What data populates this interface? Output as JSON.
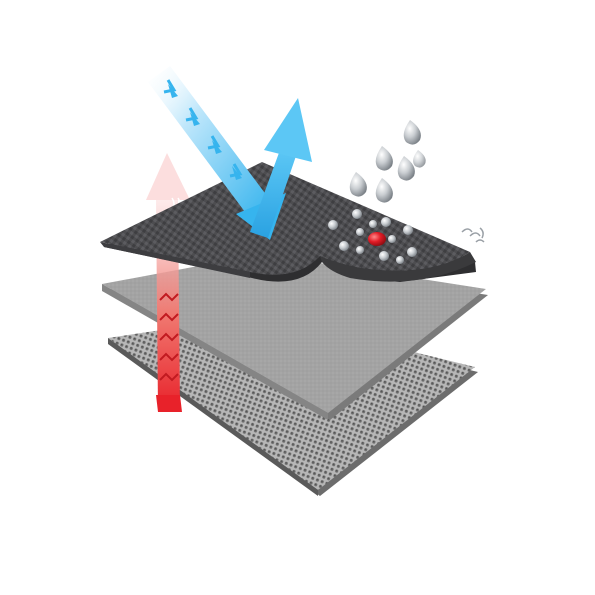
{
  "diagram": {
    "layers": [
      {
        "name": "outer-membrane-layer",
        "texture": "woven-carbon",
        "base_color": "#4a4a4c"
      },
      {
        "name": "middle-membrane-layer",
        "texture": "smooth-felt",
        "base_color": "#9c9c9c"
      },
      {
        "name": "inner-mesh-layer",
        "texture": "perforated-mesh",
        "base_color": "#8a8a8a"
      }
    ],
    "arrows": [
      {
        "name": "incoming-air-arrow",
        "meaning": "incoming-wind",
        "color": "#36b4ee",
        "direction": "down-right"
      },
      {
        "name": "outgoing-air-arrow",
        "meaning": "vapor-release",
        "color": "#36b4ee",
        "direction": "up"
      },
      {
        "name": "body-heat-arrow",
        "meaning": "heat-transfer",
        "color": "#e8222a",
        "direction": "up"
      }
    ],
    "water_drops_count": 6,
    "beaded_droplets_count": 13,
    "colors": {
      "blue_arrow": "#36b4ee",
      "blue_arrow_light": "#bfe7fb",
      "red_arrow": "#e8222a",
      "red_arrow_light": "#fbd6d6",
      "droplet": "#c9cdd1",
      "center_drop": "#e21c26"
    }
  }
}
